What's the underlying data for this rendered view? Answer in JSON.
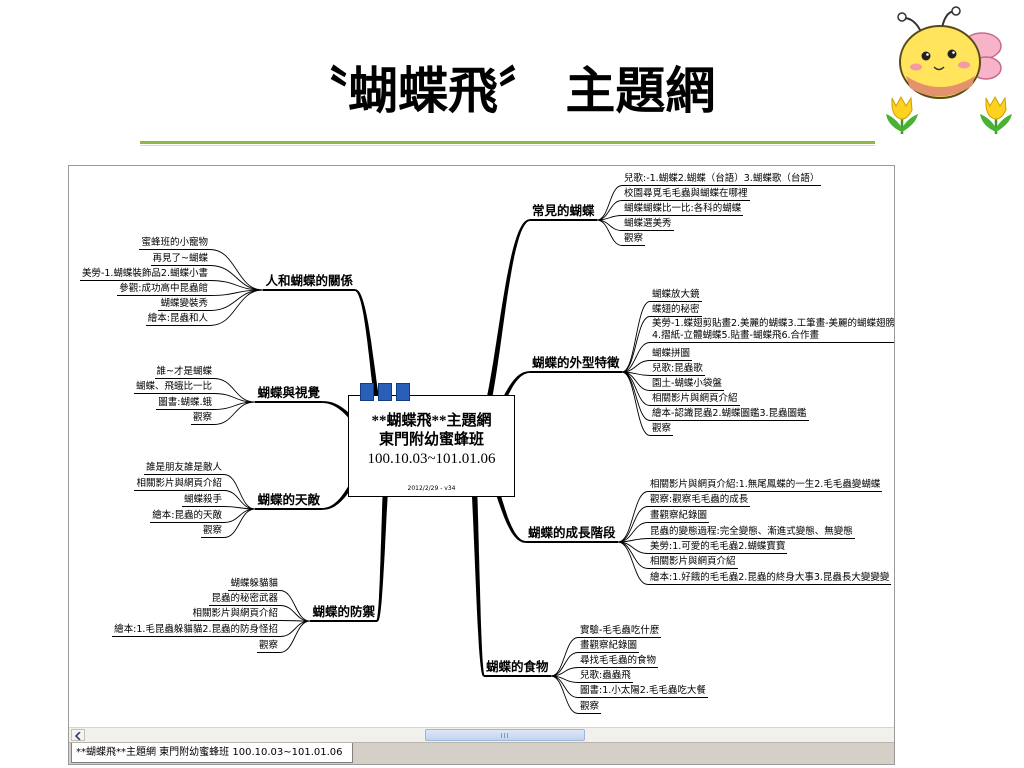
{
  "slide": {
    "title": "〝蝴蝶飛〞 主題網"
  },
  "map": {
    "center": {
      "line1": "**蝴蝶飛**主題網",
      "line2": "東門附幼蜜蜂班",
      "line3": "100.10.03~101.01.06",
      "stamp": "2012/2/29 - v34"
    },
    "right": [
      {
        "label": "常見的蝴蝶",
        "items": [
          "兒歌:-1.蝴蝶2.蝴蝶（台語）3.蝴蝶歌（台語）",
          "校園尋覓毛毛蟲與蝴蝶在哪裡",
          "蝴蝶蝴蝶比一比:各科的蝴蝶",
          "蝴蝶選美秀",
          "觀察"
        ]
      },
      {
        "label": "蝴蝶的外型特徵",
        "items": [
          "蝴蝶放大鏡",
          "蝶翅的秘密",
          "美勞-1.蝶翅剪貼畫2.美麗的蝴蝶3.工筆畫-美麗的蝴蝶翅膀\n4.摺紙-立體蝴蝶5.貼畫-蝴蝶飛6.合作畫",
          "蝴蝶拼圖",
          "兒歌:昆蟲歌",
          "園土-蝴蝶小袋盤",
          "相關影片與網頁介紹",
          "繪本-認識昆蟲2.蝴蝶圖鑑3.昆蟲圖鑑",
          "觀察"
        ]
      },
      {
        "label": "蝴蝶的成長階段",
        "items": [
          "相關影片與網頁介紹:1.無尾鳳蝶的一生2.毛毛蟲變蝴蝶",
          "觀察:觀察毛毛蟲的成長",
          "畫觀察紀錄圖",
          "昆蟲的變態過程:完全變態、漸進式變態、無變態",
          "美勞:1.可愛的毛毛蟲2.蝴蝶寶寶",
          "相關影片與網頁介紹",
          "繪本:1.好餓的毛毛蟲2.昆蟲的終身大事3.昆蟲長大變變變"
        ]
      },
      {
        "label": "蝴蝶的食物",
        "items": [
          "實驗-毛毛蟲吃什麼",
          "畫觀察紀錄圖",
          "尋找毛毛蟲的食物",
          "兒歌:蟲蟲飛",
          "圖書:1.小太陽2.毛毛蟲吃大餐",
          "觀察"
        ]
      }
    ],
    "left": [
      {
        "label": "人和蝴蝶的關係",
        "items": [
          "蜜蜂班的小寵物",
          "再見了~蝴蝶",
          "美勞-1.蝴蝶裝飾品2.蝴蝶小書",
          "參觀:成功高中昆蟲館",
          "蝴蝶變裝秀",
          "繪本:昆蟲和人"
        ]
      },
      {
        "label": "蝴蝶與視覺",
        "items": [
          "誰~才是蝴蝶",
          "蝴蝶、飛蛾比一比",
          "圖書:蝴蝶.蛾",
          "觀察"
        ]
      },
      {
        "label": "蝴蝶的天敵",
        "items": [
          "誰是朋友誰是敵人",
          "相關影片與網頁介紹",
          "蝴蝶殺手",
          "繪本:昆蟲的天敵",
          "觀察"
        ]
      },
      {
        "label": "蝴蝶的防禦",
        "items": [
          "蝴蝶躲貓貓",
          "昆蟲的秘密武器",
          "相關影片與網頁介紹",
          "繪本:1.毛昆蟲躲貓貓2.昆蟲的防身怪招",
          "觀察"
        ]
      }
    ]
  },
  "window": {
    "tab_label": "**蝴蝶飛**主題網 東門附幼蜜蜂班 100.10.03~101.01.06",
    "icons": [
      "chevron-left-icon",
      "grip-icon",
      "node-marker-icon"
    ]
  },
  "clipart": {
    "icon": "bee-icon"
  },
  "colors": {
    "title_rule": "#8fb84a",
    "node_marker": "#2a5fb8",
    "branch_line": "#000000"
  }
}
